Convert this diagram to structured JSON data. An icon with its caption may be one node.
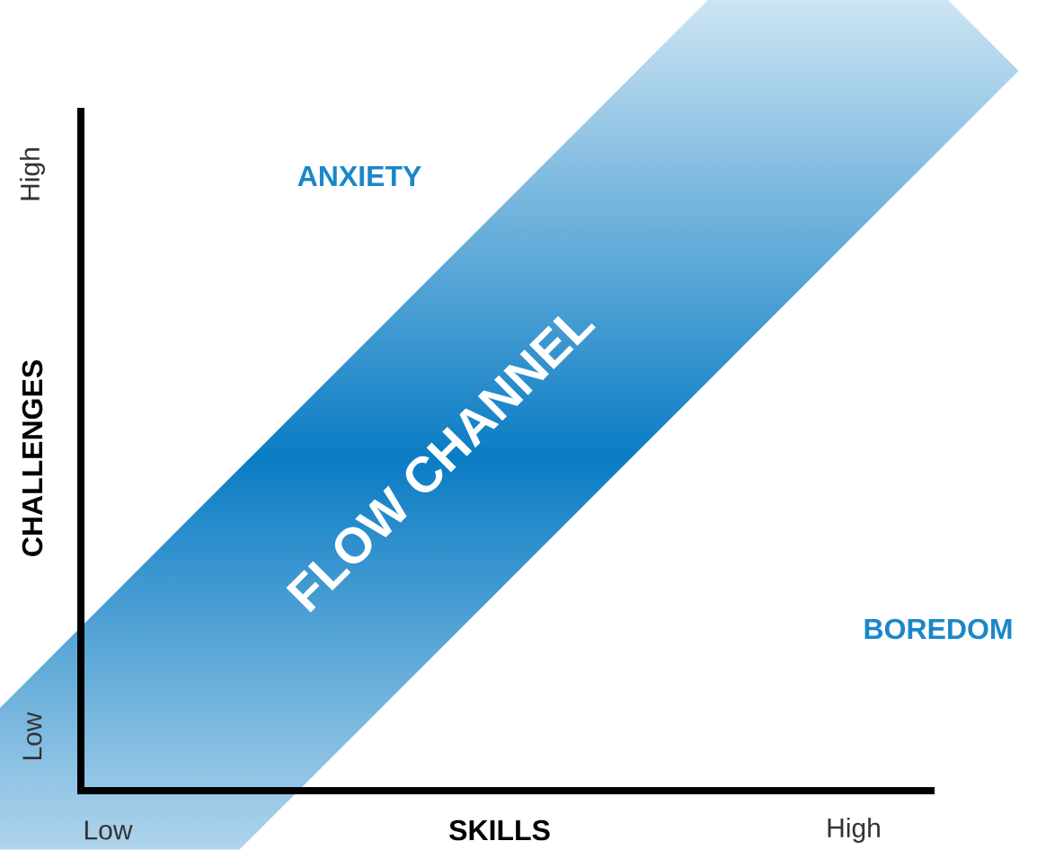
{
  "diagram": {
    "nodes": [
      {
        "text": [
          "FLOW CHANNEL"
        ]
      }
    ],
    "labels": [
      "High",
      "CHALLENGES",
      "Low",
      "ANXIETY",
      "BOREDOM",
      "Low",
      "SKILLS",
      "High"
    ]
  }
}
